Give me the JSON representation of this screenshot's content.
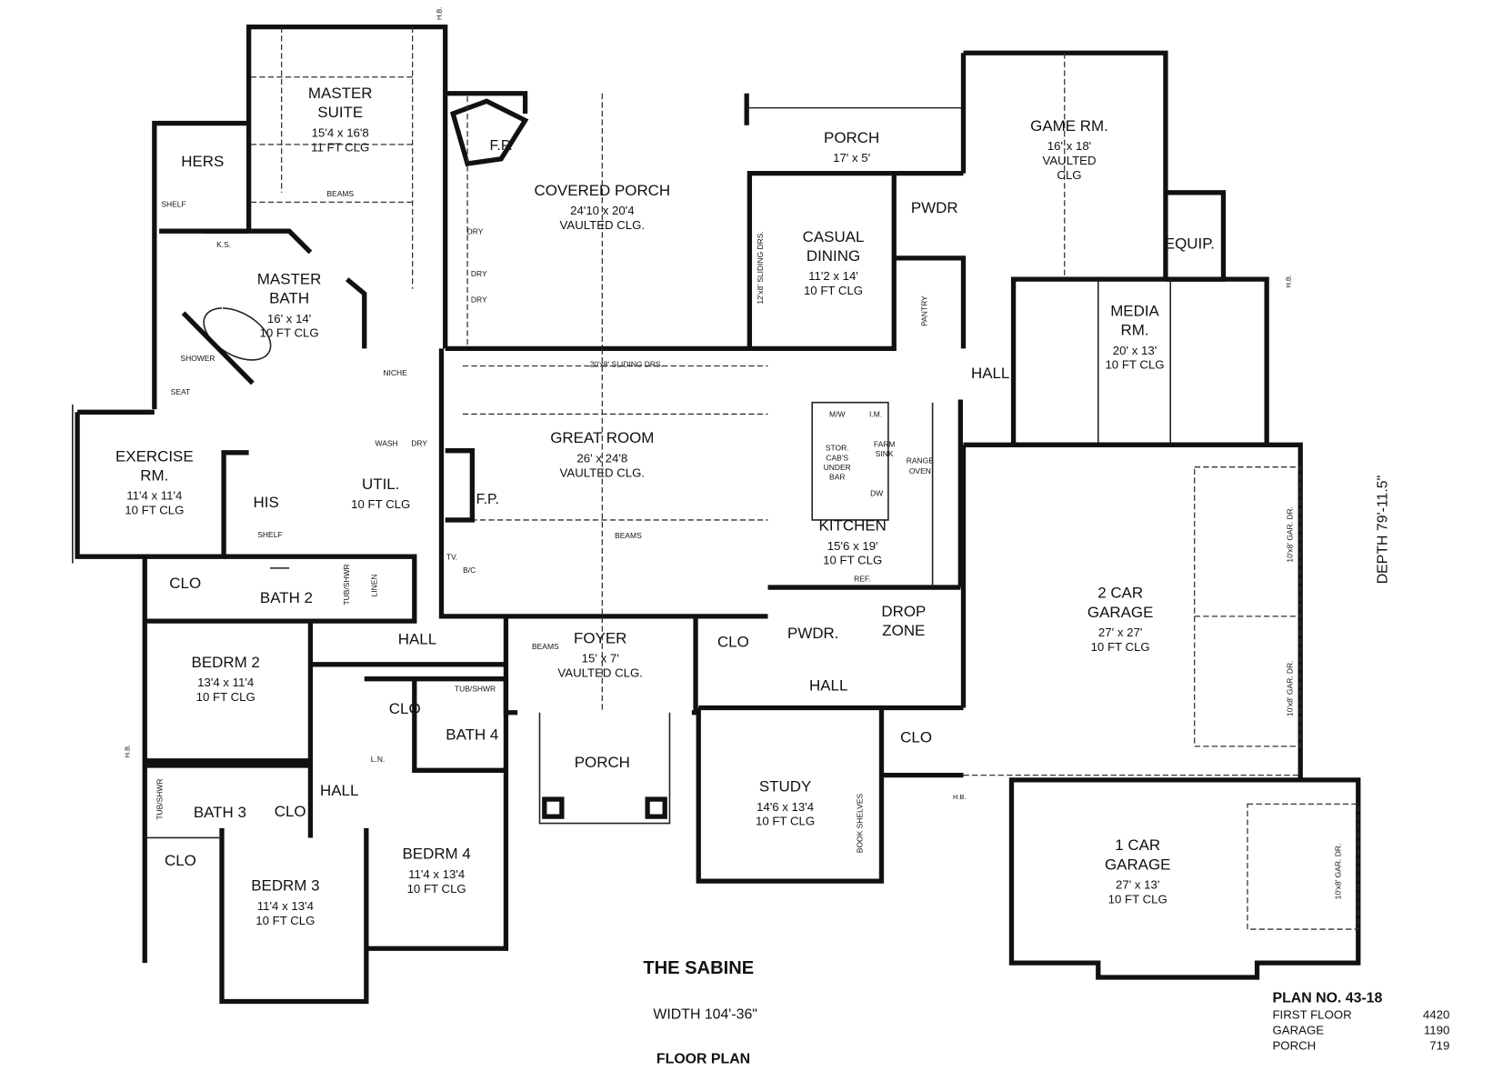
{
  "rooms": {
    "master_suite": [
      "MASTER",
      "SUITE",
      "15'4 x 16'8",
      "11 FT CLG"
    ],
    "hers": [
      "HERS"
    ],
    "master_bath": [
      "MASTER",
      "BATH",
      "16' x 14'",
      "10 FT CLG"
    ],
    "covered_porch": [
      "COVERED PORCH",
      "24'10 x 20'4",
      "VAULTED CLG."
    ],
    "porch_rear": [
      "PORCH",
      "17' x 5'"
    ],
    "casual_dining": [
      "CASUAL",
      "DINING",
      "11'2 x 14'",
      "10 FT CLG"
    ],
    "pwdr_upper": [
      "PWDR"
    ],
    "game_rm": [
      "GAME RM.",
      "16' x 18'",
      "VAULTED",
      "CLG"
    ],
    "equip": [
      "EQUIP."
    ],
    "media_rm": [
      "MEDIA",
      "RM.",
      "20' x 13'",
      "10 FT CLG"
    ],
    "hall_east": [
      "HALL"
    ],
    "exercise_rm": [
      "EXERCISE",
      "RM.",
      "11'4 x 11'4",
      "10 FT CLG"
    ],
    "his": [
      "HIS"
    ],
    "util": [
      "UTIL.",
      "10 FT CLG"
    ],
    "great_room": [
      "GREAT ROOM",
      "26' x 24'8",
      "VAULTED CLG."
    ],
    "kitchen": [
      "KITCHEN",
      "15'6 x 19'",
      "10 FT CLG"
    ],
    "clo_bath2": [
      "CLO"
    ],
    "bath_2": [
      "BATH 2"
    ],
    "hall_west": [
      "HALL"
    ],
    "foyer": [
      "FOYER",
      "15' x 7'",
      "VAULTED CLG."
    ],
    "clo_foyer": [
      "CLO"
    ],
    "pwdr_lower": [
      "PWDR."
    ],
    "drop_zone": [
      "DROP",
      "ZONE"
    ],
    "garage_2car": [
      "2 CAR",
      "GARAGE",
      "27' x 27'",
      "10 FT CLG"
    ],
    "bedrm_2": [
      "BEDRM 2",
      "13'4 x 11'4",
      "10 FT CLG"
    ],
    "hall_study": [
      "HALL"
    ],
    "clo_bath4": [
      "CLO"
    ],
    "bath_4": [
      "BATH 4"
    ],
    "clo_study": [
      "CLO"
    ],
    "porch_front": [
      "PORCH"
    ],
    "hall_bedrooms": [
      "HALL"
    ],
    "study": [
      "STUDY",
      "14'6 x 13'4",
      "10 FT CLG"
    ],
    "bath_3": [
      "BATH 3"
    ],
    "clo_bath3": [
      "CLO"
    ],
    "clo_bedrm3": [
      "CLO"
    ],
    "bedrm_4": [
      "BEDRM 4",
      "11'4 x 13'4",
      "10 FT CLG"
    ],
    "bedrm_3": [
      "BEDRM 3",
      "11'4 x 13'4",
      "10 FT CLG"
    ],
    "garage_1car": [
      "1 CAR",
      "GARAGE",
      "27' x 13'",
      "10 FT CLG"
    ]
  },
  "notes": {
    "fp_porch": "F.P.",
    "fp_great": "F.P.",
    "shelf_hers": "SHELF",
    "ks": "K.S.",
    "shower": "SHOWER",
    "seat": "SEAT",
    "niche": "NICHE",
    "dry1": "DRY",
    "dry2": "DRY",
    "dry3": "DRY",
    "sliding_dining": "12'x8' SLIDING DRS.",
    "pantry": "PANTRY",
    "sliding_great": "20'x8' SLIDING DRS.",
    "beams_master": "BEAMS",
    "beams_great": "BEAMS",
    "beams_foyer": "BEAMS",
    "shelf_his": "SHELF",
    "wash": "WASH",
    "dry_util": "DRY",
    "tv": "TV.",
    "bc": "B/C",
    "mw": "M/W",
    "im": "I.M.",
    "stor1": "STOR.",
    "stor2": "CAB'S",
    "stor3": "UNDER",
    "stor4": "BAR",
    "farm1": "FARM",
    "farm2": "SINK",
    "dw": "DW",
    "range1": "RANGE",
    "range2": "OVEN",
    "ref": "REF.",
    "tub_bath2": "TUB/SHWR",
    "linen": "LINEN",
    "tub_bath4": "TUB/SHWR",
    "ln": "L.N.",
    "tub_bath3": "TUB/SHWR",
    "book_shelves": "BOOK SHELVES",
    "gar_dr1": "10'x8' GAR. DR.",
    "gar_dr2": "10'x8' GAR. DR.",
    "gar_dr3": "10'x8' GAR. DR.",
    "hb1": "H.B.",
    "hb2": "H.B.",
    "hb3": "H.B.",
    "hb4": "H.B."
  },
  "title": {
    "name": "THE SABINE",
    "width": "WIDTH 104'-36\"",
    "caption": "FLOOR PLAN",
    "depth": "DEPTH 79'-11.5\""
  },
  "plan_info": {
    "plan_no": "PLAN NO. 43-18",
    "rows": [
      {
        "label": "FIRST FLOOR",
        "value": "4420"
      },
      {
        "label": "GARAGE",
        "value": "1190"
      },
      {
        "label": "PORCH",
        "value": "719"
      }
    ]
  }
}
